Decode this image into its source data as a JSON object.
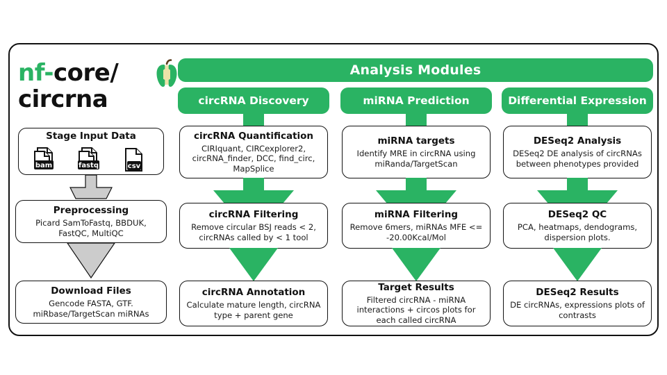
{
  "theme": {
    "green": "#2ab363",
    "gray_arrow": "#cccccc",
    "ink": "#111111",
    "white": "#ffffff"
  },
  "logo": {
    "prefix": "nf-",
    "core": "core/",
    "repo": "circrna",
    "icon": "nf-core-apple-icon"
  },
  "banner": {
    "label": "Analysis Modules"
  },
  "left_column": {
    "stage": {
      "title": "Stage Input Data",
      "files": [
        {
          "label": "bam",
          "icon": "file-multi-icon"
        },
        {
          "label": "fastq",
          "icon": "file-multi-icon"
        },
        {
          "label": "csv",
          "icon": "file-single-icon"
        }
      ]
    },
    "steps": [
      {
        "title": "Preprocessing",
        "body": "Picard SamToFastq, BBDUK, FastQC, MultiQC"
      },
      {
        "title": "Download Files",
        "body": "Gencode FASTA, GTF. miRbase/TargetScan miRNAs"
      }
    ]
  },
  "modules": [
    {
      "header": "circRNA Discovery",
      "steps": [
        {
          "title": "circRNA Quantification",
          "body": "CIRIquant, CIRCexplorer2, circRNA_finder, DCC, find_circ, MapSplice"
        },
        {
          "title": "circRNA Filtering",
          "body": "Remove circular BSJ reads < 2, circRNAs called by < 1 tool"
        },
        {
          "title": "circRNA Annotation",
          "body": "Calculate mature length, circRNA type + parent gene"
        }
      ]
    },
    {
      "header": "miRNA Prediction",
      "steps": [
        {
          "title": "miRNA targets",
          "body": "Identify MRE in circRNA using miRanda/TargetScan"
        },
        {
          "title": "miRNA Filtering",
          "body": "Remove 6mers, miRNAs MFE <= -20.00Kcal/Mol"
        },
        {
          "title": "Target Results",
          "body": "Filtered circRNA - miRNA interactions + circos plots for each called circRNA"
        }
      ]
    },
    {
      "header": "Differential Expression",
      "steps": [
        {
          "title": "DESeq2 Analysis",
          "body": "DESeq2 DE analysis of circRNAs between phenotypes provided"
        },
        {
          "title": "DESeq2 QC",
          "body": "PCA, heatmaps, dendograms, dispersion plots."
        },
        {
          "title": "DESeq2 Results",
          "body": "DE circRNAs, expressions plots of contrasts"
        }
      ]
    }
  ]
}
